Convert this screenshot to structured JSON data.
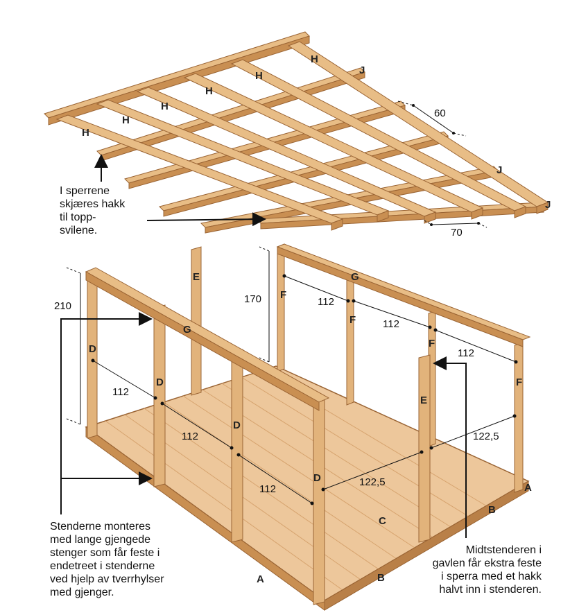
{
  "colors": {
    "wood_face": "#e8bd86",
    "wood_side": "#c98f52",
    "wood_edge": "#9a6434",
    "floor": "#edc79b",
    "floor_line": "#d6a36e",
    "ink": "#111111"
  },
  "roof": {
    "rafter_label": "H",
    "purlin_label": "J",
    "dim_rafter_spacing": "60",
    "dim_purlin_spacing": "70"
  },
  "frame": {
    "front_post_label": "D",
    "back_post_label": "F",
    "gable_post_label": "E",
    "beam_label": "G",
    "floor_label": "C",
    "sill_a_label": "A",
    "sill_b_label": "B",
    "dim_front_height": "210",
    "dim_back_height": "170",
    "dim_post_spacing": "112",
    "dim_gable_spacing": "122,5"
  },
  "notes": {
    "rafter_notch": [
      "I sperrene",
      "skjæres hakk",
      "til topp-",
      "svilene."
    ],
    "threaded_rods": [
      "Stenderne monteres",
      "med lange gjengede",
      "stenger som får feste i",
      "endetreet i stenderne",
      "ved hjelp av tverrhylser",
      "med gjenger."
    ],
    "gable_post": [
      "Midtstenderen i",
      "gavlen får ekstra feste",
      "i sperra med et hakk",
      "halvt inn i stenderen."
    ]
  }
}
